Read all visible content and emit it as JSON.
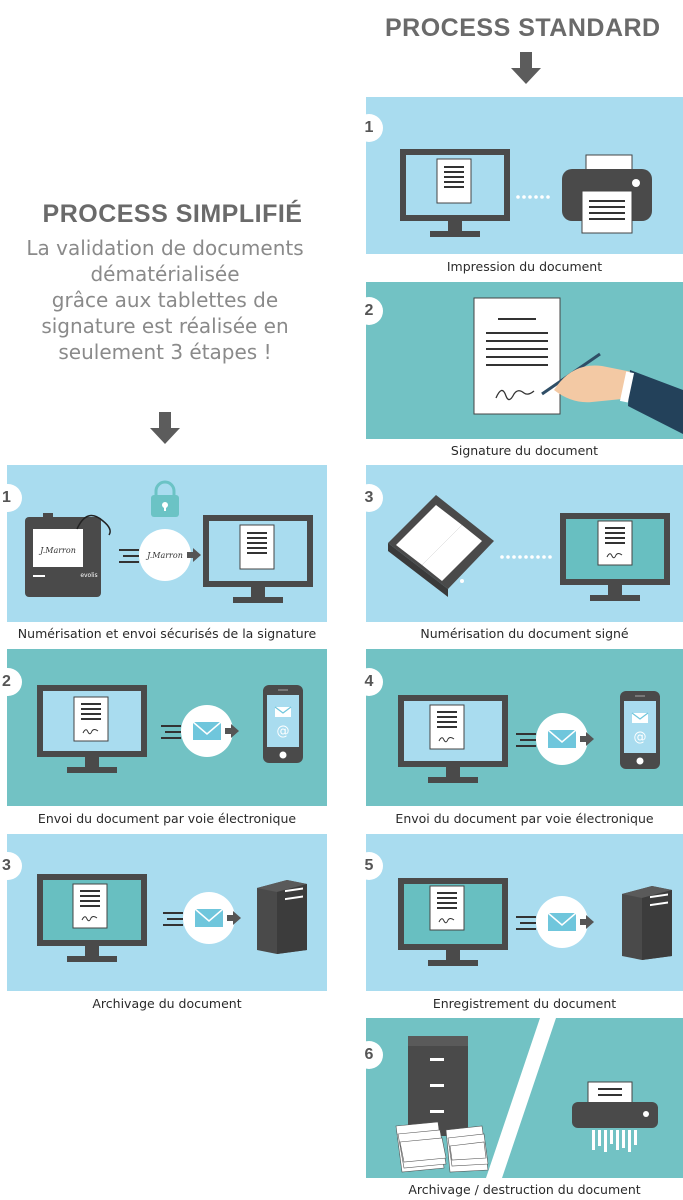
{
  "standard": {
    "title": "PROCESS STANDARD",
    "steps": [
      {
        "num": "1",
        "caption": "Impression du document"
      },
      {
        "num": "2",
        "caption": "Signature du document"
      },
      {
        "num": "3",
        "caption": "Numérisation du document signé"
      },
      {
        "num": "4",
        "caption": "Envoi du document par voie électronique"
      },
      {
        "num": "5",
        "caption": "Enregistrement du document"
      },
      {
        "num": "6",
        "caption": "Archivage / destruction du document"
      }
    ]
  },
  "simplified": {
    "title": "PROCESS SIMPLIFIÉ",
    "subtitle_lines": [
      "La validation de documents",
      "dématérialisée",
      "grâce aux tablettes de",
      "signature est réalisée en",
      "seulement 3 étapes !"
    ],
    "steps": [
      {
        "num": "1",
        "caption": "Numérisation et envoi sécurisés de la signature"
      },
      {
        "num": "2",
        "caption": "Envoi du document par voie électronique"
      },
      {
        "num": "3",
        "caption": "Archivage du document"
      }
    ]
  },
  "tablet": {
    "signature_text": "J.Marron",
    "brand_text": "evolis"
  },
  "colors": {
    "light_blue": "#a9dcef",
    "teal": "#72c2c4",
    "dark_gray": "#4a4a4a",
    "screen_teal": "#68bfc1",
    "title_gray": "#6a6a6a"
  },
  "icons": [
    "down-arrow-icon",
    "monitor-icon",
    "printer-icon",
    "document-icon",
    "pen-hand-icon",
    "scanner-icon",
    "envelope-icon",
    "smartphone-icon",
    "server-tower-icon",
    "filing-cabinet-icon",
    "paper-stack-icon",
    "shredder-icon",
    "padlock-icon",
    "signature-tablet-icon"
  ]
}
